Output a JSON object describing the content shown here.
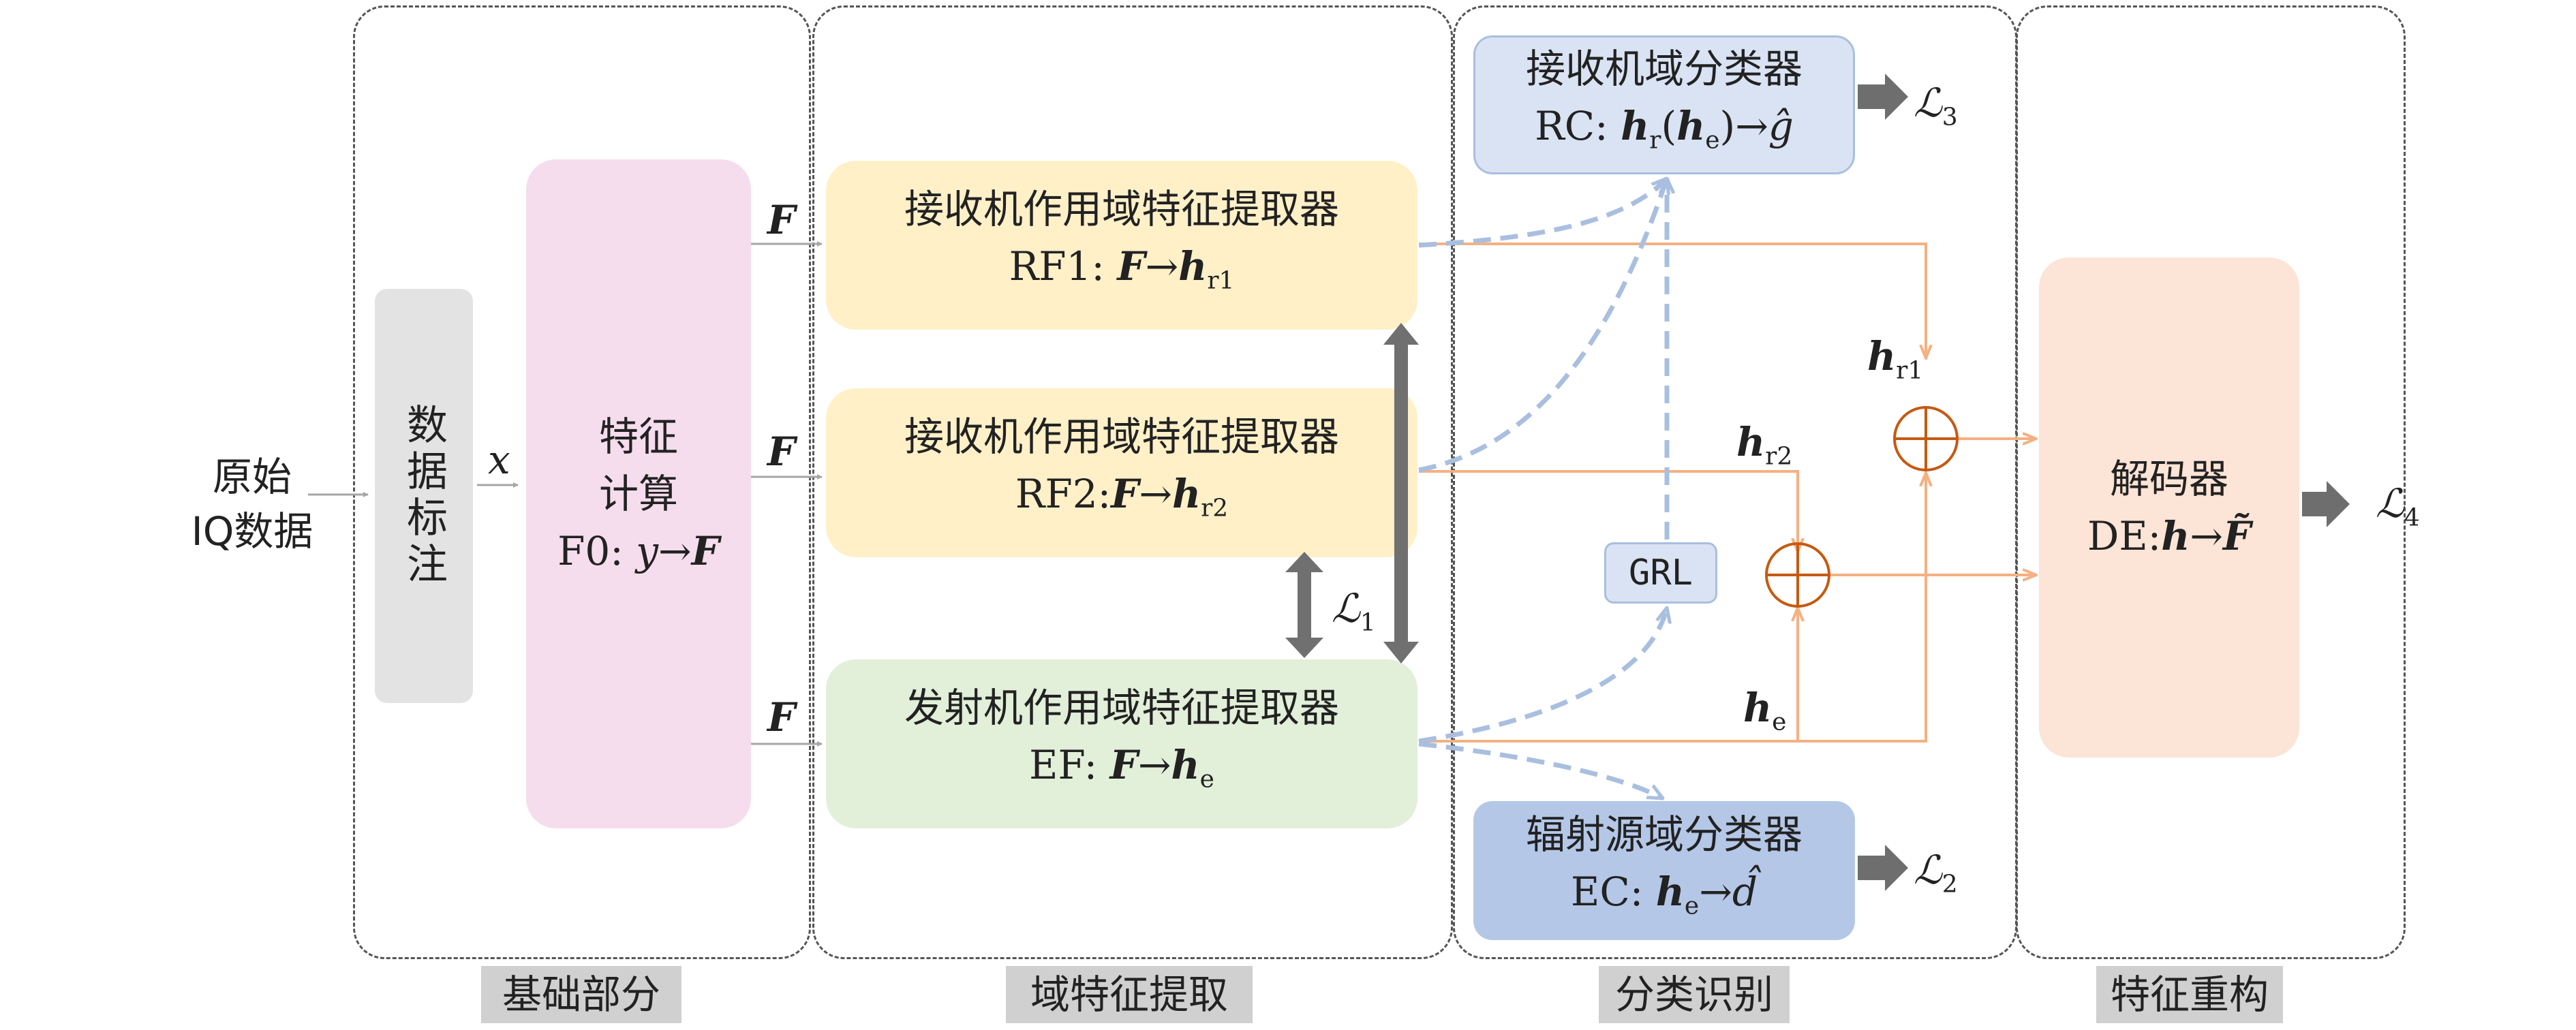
{
  "input": {
    "line1": "原始",
    "line2": "IQ数据"
  },
  "labeling": {
    "text": "数据标注"
  },
  "input_var": "x",
  "feature_calc": {
    "line1": "特征",
    "line2": "计算",
    "formula_prefix": "F0: ",
    "formula_var": "y",
    "arrow": "→",
    "formula_out": "F"
  },
  "arrow_labels": {
    "f1": "F",
    "f2": "F",
    "f3": "F"
  },
  "rf1": {
    "title": "接收机作用域特征提取器",
    "prefix": "RF1: ",
    "in": "F",
    "arrow": "→",
    "out": "h",
    "sub": "r1"
  },
  "rf2": {
    "title": "接收机作用域特征提取器",
    "prefix": "RF2:",
    "in": "F",
    "arrow": "→",
    "out": "h",
    "sub": "r2"
  },
  "ef": {
    "title": "发射机作用域特征提取器",
    "prefix": "EF: ",
    "in": "F",
    "arrow": "→",
    "out": "h",
    "sub": "e"
  },
  "rc": {
    "title": "接收机域分类器",
    "prefix": "RC: ",
    "h": "h",
    "hsub": "r",
    "open": "(",
    "h2": "h",
    "h2sub": "e",
    "close": ")",
    "arrow": "→",
    "out": "ĝ"
  },
  "ec": {
    "title": "辐射源域分类器",
    "prefix": "EC: ",
    "h": "h",
    "hsub": "e",
    "arrow": "→",
    "out": "d̂"
  },
  "grl": {
    "text": "GRL"
  },
  "decoder": {
    "title": "解码器",
    "prefix": "DE:",
    "h": "h",
    "arrow": "→",
    "out": "F̃"
  },
  "losses": {
    "l1": "ℒ",
    "l1sub": "1",
    "l2": "ℒ",
    "l2sub": "2",
    "l3": "ℒ",
    "l3sub": "3",
    "l4": "ℒ",
    "l4sub": "4"
  },
  "feature_labels": {
    "hr1": "h",
    "hr1sub": "r1",
    "hr2": "h",
    "hr2sub": "r2",
    "he": "h",
    "hesub": "e"
  },
  "sections": {
    "s1": "基础部分",
    "s2": "域特征提取",
    "s3": "分类识别",
    "s4": "特征重构"
  },
  "colors": {
    "feature_calc": "#f5dded",
    "labeling": "#e3e3e3",
    "rf": "#fff0c8",
    "ef": "#e2efd9",
    "rc": "#dae3f3",
    "ec": "#b4c7e7",
    "decoder": "#fce4d6",
    "orange_line": "#f4b183",
    "blue_dash": "#a9bfdf",
    "gray_arrow": "#707070"
  }
}
